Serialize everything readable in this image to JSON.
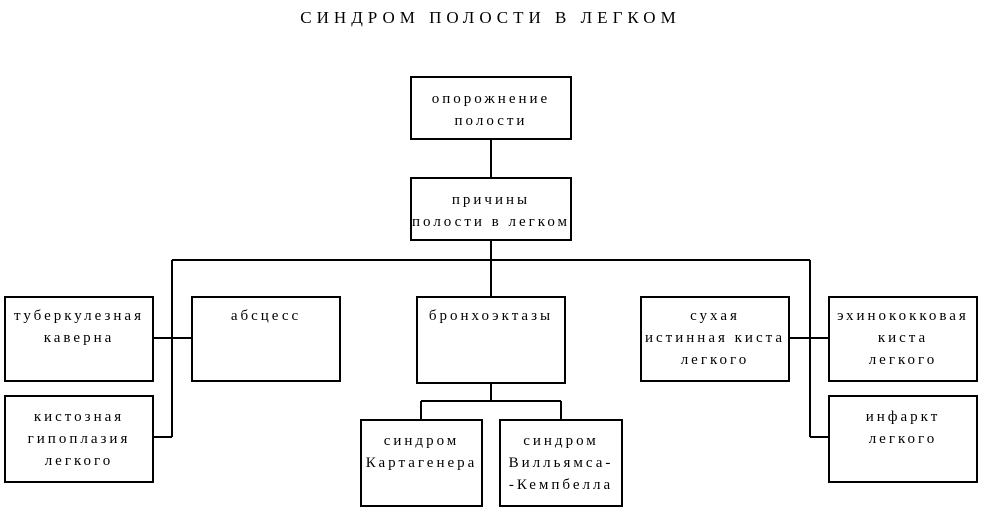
{
  "title": "СИНДРОМ ПОЛОСТИ В ЛЕГКОМ",
  "nodes": {
    "emptying": [
      "опорожнение",
      "полости"
    ],
    "causes": [
      "причины",
      "полости в легком"
    ],
    "tuberculous_cavern": [
      "туберкулезная",
      "каверна"
    ],
    "cystic_hypoplasia": [
      "кистозная",
      "гипоплазия",
      "легкого"
    ],
    "abscess": [
      "абсцесс"
    ],
    "bronchiectasis": [
      "бронхоэктазы"
    ],
    "kartagener": [
      "синдром",
      "Картагенера"
    ],
    "williams_campbell": [
      "синдром",
      "Вилльямса-",
      "-Кемпбелла"
    ],
    "dry_true_cyst": [
      "сухая",
      "истинная киста",
      "легкого"
    ],
    "echinococcal_cyst": [
      "эхинококковая",
      "киста",
      "легкого"
    ],
    "infarction": [
      "инфаркт",
      "легкого"
    ]
  }
}
